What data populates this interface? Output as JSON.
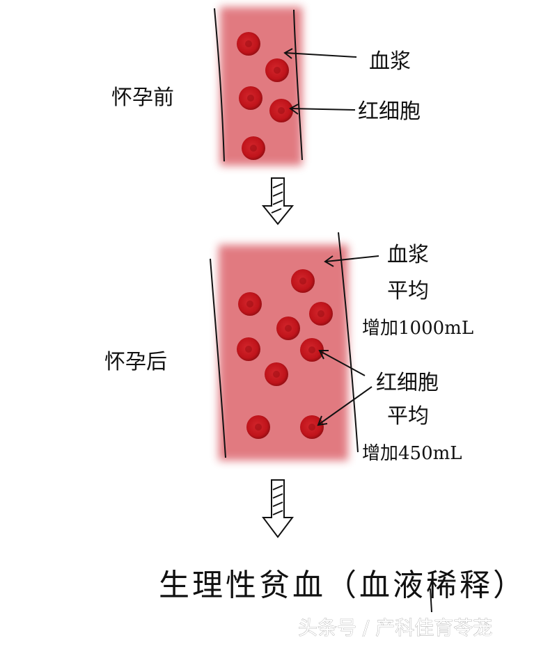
{
  "before": {
    "stage_label": "怀孕前",
    "plasma_label": "血浆",
    "rbc_label": "红细胞"
  },
  "after": {
    "stage_label": "怀孕后",
    "plasma_label": "血浆",
    "plasma_note_1": "平均",
    "plasma_note_2": "增加1000mL",
    "rbc_label": "红细胞",
    "rbc_note_1": "平均",
    "rbc_note_2": "增加450mL"
  },
  "conclusion": "生理性贫血（血液稀释）",
  "watermark": "头条号 / 产科佳育苓茏",
  "colors": {
    "plasma": "#e2737a",
    "cell": "#c8141c",
    "cell_core": "#8e0a10",
    "ink": "#111111"
  }
}
